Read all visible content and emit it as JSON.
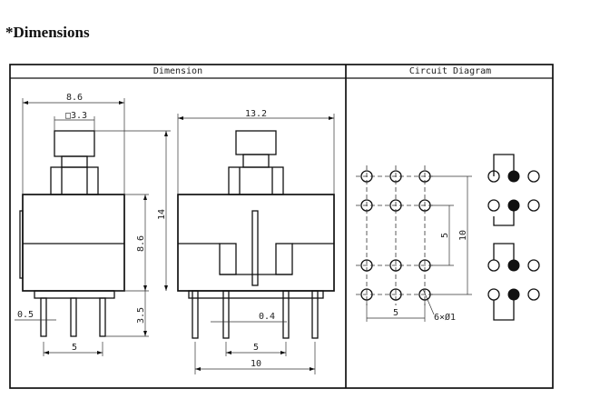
{
  "title": "*Dimensions",
  "panels": {
    "dimension_header": "Dimension",
    "circuit_header": "Circuit Diagram"
  },
  "front_view": {
    "width": "8.6",
    "button": "□3.3",
    "height_body": "8.6",
    "pin_length": "3.5",
    "pin_width": "0.5",
    "pin_pitch": "5"
  },
  "side_view": {
    "width": "13.2",
    "total_height": "14",
    "pin_width": "0.4",
    "pin_pitch": "5",
    "pin_span": "10"
  },
  "footprint": {
    "row_span": "10",
    "row_pitch": "5",
    "col_pitch": "5",
    "hole_note": "6×Ø1"
  }
}
